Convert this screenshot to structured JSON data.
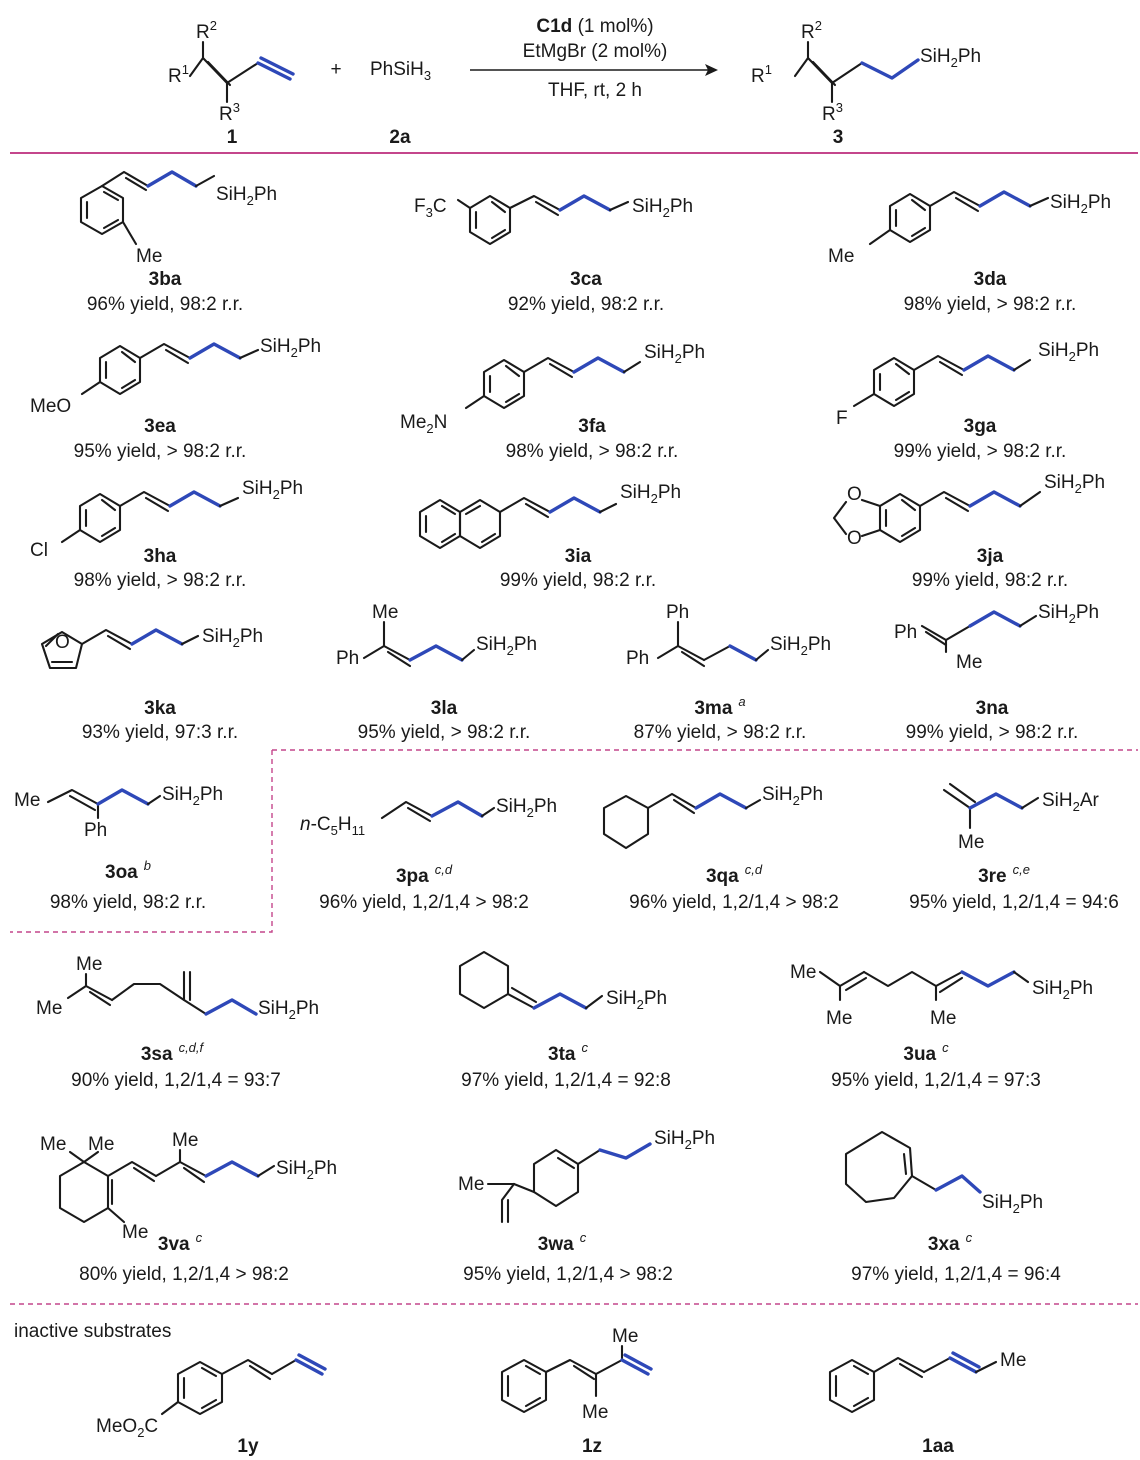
{
  "header": {
    "reactant_1_label": "1",
    "reactant_2_formula": "PhSiH3",
    "reactant_2_label": "2a",
    "plus_sign": "+",
    "catalyst": "C1d",
    "catalyst_loading": " (1 mol%)",
    "additive": "EtMgBr (2 mol%)",
    "conditions": "THF, rt, 2 h",
    "product_label": "3",
    "substituents": [
      "R1",
      "R2",
      "R3"
    ],
    "product_silyl": "SiH2Ph"
  },
  "products": [
    {
      "id": "3ba",
      "note": "",
      "result": "96% yield, 98:2 r.r."
    },
    {
      "id": "3ca",
      "note": "",
      "result": "92% yield, 98:2 r.r."
    },
    {
      "id": "3da",
      "note": "",
      "result": "98% yield, > 98:2 r.r."
    },
    {
      "id": "3ea",
      "note": "",
      "result": "95% yield, > 98:2 r.r."
    },
    {
      "id": "3fa",
      "note": "",
      "result": "98% yield, > 98:2 r.r."
    },
    {
      "id": "3ga",
      "note": "",
      "result": "99% yield, > 98:2 r.r."
    },
    {
      "id": "3ha",
      "note": "",
      "result": "98% yield, > 98:2 r.r."
    },
    {
      "id": "3ia",
      "note": "",
      "result": "99% yield, 98:2 r.r."
    },
    {
      "id": "3ja",
      "note": "",
      "result": "99% yield, 98:2 r.r."
    },
    {
      "id": "3ka",
      "note": "",
      "result": "93% yield, 97:3 r.r."
    },
    {
      "id": "3la",
      "note": "",
      "result": "95% yield, > 98:2 r.r."
    },
    {
      "id": "3ma",
      "note": "a",
      "result": "87% yield, > 98:2 r.r."
    },
    {
      "id": "3na",
      "note": "",
      "result": "99% yield, > 98:2 r.r."
    },
    {
      "id": "3oa",
      "note": "b",
      "result": "98% yield, 98:2 r.r."
    },
    {
      "id": "3pa",
      "note": "c,d",
      "result": "96% yield, 1,2/1,4 > 98:2"
    },
    {
      "id": "3qa",
      "note": "c,d",
      "result": "96% yield, 1,2/1,4 > 98:2"
    },
    {
      "id": "3re",
      "note": "c,e",
      "result": "95% yield, 1,2/1,4 = 94:6"
    },
    {
      "id": "3sa",
      "note": "c,d,f",
      "result": "90% yield, 1,2/1,4 = 93:7"
    },
    {
      "id": "3ta",
      "note": "c",
      "result": "97% yield, 1,2/1,4 = 92:8"
    },
    {
      "id": "3ua",
      "note": "c",
      "result": "95% yield, 1,2/1,4 = 97:3"
    },
    {
      "id": "3va",
      "note": "c",
      "result": "80% yield, 1,2/1,4 > 98:2"
    },
    {
      "id": "3wa",
      "note": "c",
      "result": "95% yield, 1,2/1,4 > 98:2"
    },
    {
      "id": "3xa",
      "note": "c",
      "result": "97% yield, 1,2/1,4 = 96:4"
    }
  ],
  "inactive": {
    "title": "inactive substrates",
    "substrates": [
      {
        "id": "1y"
      },
      {
        "id": "1z"
      },
      {
        "id": "1aa"
      }
    ]
  },
  "atom_labels": {
    "SiH2Ph": "SiH2Ph",
    "SiH2Ar": "SiH2Ar",
    "Me": "Me",
    "Ph": "Ph",
    "MeO": "MeO",
    "Me2N": "Me2N",
    "F": "F",
    "Cl": "Cl",
    "O": "O",
    "F3C": "F3C",
    "nC5H11": "n-C5H11",
    "MeO2C": "MeO2C"
  },
  "colors": {
    "divider": "#c4468c",
    "new_bond_highlight": "#2e48b8"
  }
}
